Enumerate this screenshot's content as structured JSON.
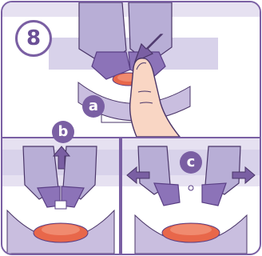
{
  "step": {
    "number": "8"
  },
  "callouts": {
    "a": "a",
    "b": "b",
    "c": "c"
  },
  "colors": {
    "frame": "#7a5fa3",
    "strap_light": "#d8d2ea",
    "strap_mid": "#b8aed6",
    "buckle": "#8c73b8",
    "buckle_dark": "#5a3f85",
    "button_red": "#e8674a",
    "finger_skin": "#f9d6c4",
    "outline": "#4a3568"
  },
  "icons": {
    "panel_a": [
      "press-arrow-icon",
      "finger-icon"
    ],
    "panel_b": [
      "up-arrow-icon"
    ],
    "panel_c": [
      "left-arrow-icon",
      "right-arrow-icon"
    ]
  }
}
